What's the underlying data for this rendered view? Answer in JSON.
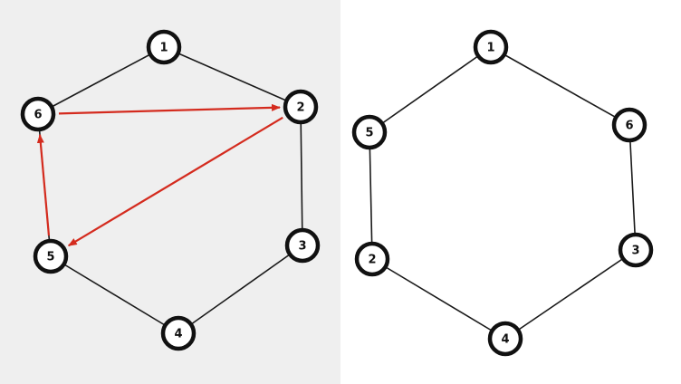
{
  "diagrams": [
    {
      "id": "left-hexagon",
      "nodes": [
        {
          "label": "1",
          "key": "n1"
        },
        {
          "label": "2",
          "key": "n2"
        },
        {
          "label": "3",
          "key": "n3"
        },
        {
          "label": "4",
          "key": "n4"
        },
        {
          "label": "5",
          "key": "n5"
        },
        {
          "label": "6",
          "key": "n6"
        }
      ],
      "edges": [
        [
          "n1",
          "n2"
        ],
        [
          "n2",
          "n3"
        ],
        [
          "n3",
          "n4"
        ],
        [
          "n4",
          "n5"
        ],
        [
          "n5",
          "n6"
        ],
        [
          "n6",
          "n1"
        ]
      ],
      "arrows": [
        [
          "n6",
          "n2"
        ],
        [
          "n2",
          "n5"
        ],
        [
          "n5",
          "n6"
        ]
      ]
    },
    {
      "id": "right-hexagon",
      "nodes": [
        {
          "label": "1",
          "key": "n1"
        },
        {
          "label": "6",
          "key": "n6"
        },
        {
          "label": "3",
          "key": "n3"
        },
        {
          "label": "4",
          "key": "n4"
        },
        {
          "label": "2",
          "key": "n2"
        },
        {
          "label": "5",
          "key": "n5"
        }
      ],
      "edges": [
        [
          "n1",
          "n6"
        ],
        [
          "n6",
          "n3"
        ],
        [
          "n3",
          "n4"
        ],
        [
          "n4",
          "n2"
        ],
        [
          "n2",
          "n5"
        ],
        [
          "n5",
          "n1"
        ]
      ],
      "arrows": []
    }
  ],
  "colors": {
    "edge": "#1a1a1a",
    "arrow": "#d42b1e",
    "node_stroke": "#111111",
    "node_fill": "#ffffff"
  }
}
